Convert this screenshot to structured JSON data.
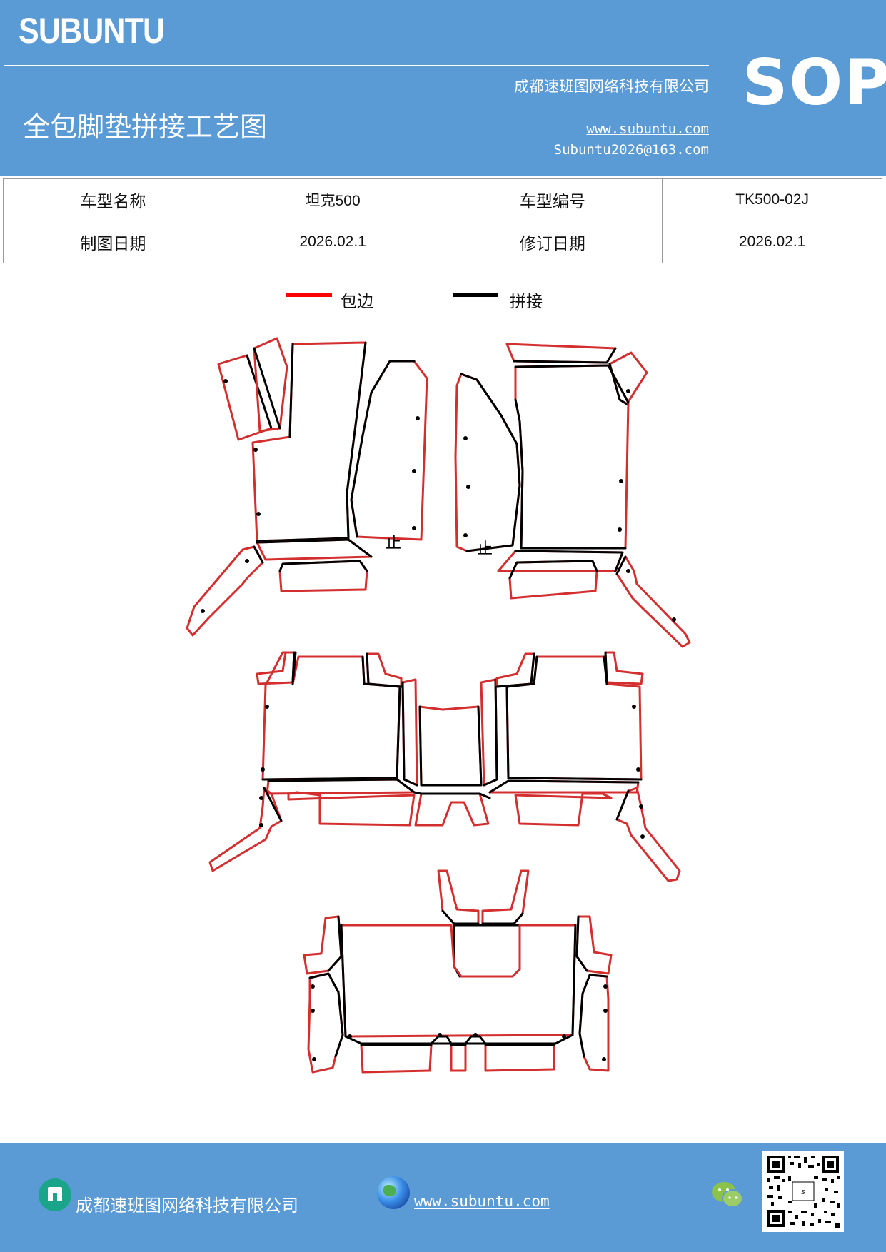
{
  "header": {
    "logo": "SUBUNTU",
    "badge": "SOP",
    "company": "成都速班图网络科技有限公司",
    "title": "全包脚垫拼接工艺图",
    "website": "www.subuntu.com",
    "email": "Subuntu2026@163.com"
  },
  "info_table": {
    "rows": [
      {
        "label1": "车型名称",
        "value1": "坦克500",
        "label2": "车型编号",
        "value2": "TK500-02J"
      },
      {
        "label1": "制图日期",
        "value1": "2026.02.1",
        "label2": "修订日期",
        "value2": "2026.02.1"
      }
    ]
  },
  "legend": {
    "edge_label": "包边",
    "edge_color": "#ff0000",
    "joint_label": "拼接",
    "joint_color": "#000000"
  },
  "diagram": {
    "stop_mark": "止"
  },
  "footer": {
    "company": "成都速班图网络科技有限公司",
    "website": "www.subuntu.com"
  },
  "colors": {
    "brand_blue": "#5b9bd5",
    "edge_red": "#d32f2f",
    "joint_black": "#000000"
  },
  "icons": [
    "building-icon",
    "globe-icon",
    "wechat-icon",
    "qr-code"
  ]
}
